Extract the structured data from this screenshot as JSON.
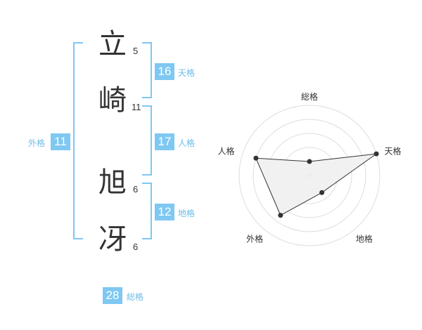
{
  "name": {
    "chars": [
      {
        "char": "立",
        "strokes": "5"
      },
      {
        "char": "崎",
        "strokes": "11"
      },
      {
        "char": "旭",
        "strokes": "6"
      },
      {
        "char": "冴",
        "strokes": "6"
      }
    ]
  },
  "fortune": {
    "gaikaku": {
      "value": "11",
      "label": "外格"
    },
    "tenkaku": {
      "value": "16",
      "label": "天格"
    },
    "jinkaku": {
      "value": "17",
      "label": "人格"
    },
    "chikaku": {
      "value": "12",
      "label": "地格"
    },
    "soukaku": {
      "value": "28",
      "label": "総格"
    }
  },
  "colors": {
    "accent": "#7ec8f2",
    "label_text": "#6bbde9",
    "radar_fill": "#f0f0f0",
    "grid": "#dddddd",
    "line": "#333333"
  },
  "chart_data": {
    "type": "radar",
    "axes": [
      "総格",
      "天格",
      "地格",
      "外格",
      "人格"
    ],
    "values": [
      1.0,
      5.0,
      1.5,
      3.5,
      4.0
    ],
    "rmax": 5,
    "rings": 5,
    "grid": true
  }
}
